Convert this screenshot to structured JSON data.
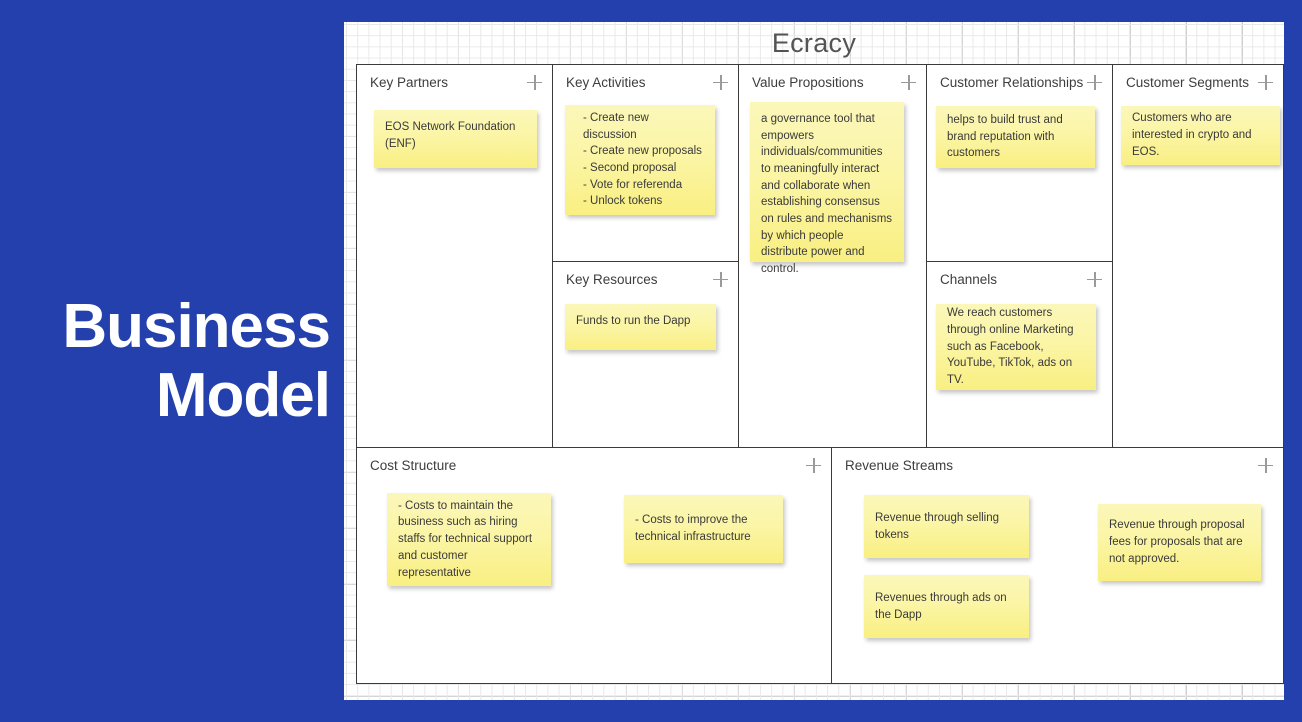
{
  "slide": {
    "background_color": "#2440ac",
    "title_lines": [
      "Business",
      "Model"
    ]
  },
  "board": {
    "title": "Ecracy",
    "background_color": "#ffffff",
    "note_color": "#fbf5a6"
  },
  "canvas": {
    "sections": [
      {
        "key": "key-partners",
        "title": "Key Partners",
        "add_icon": "plus-icon",
        "notes": [
          {
            "text": "EOS Network Foundation (ENF)"
          }
        ]
      },
      {
        "key": "key-activities",
        "title": "Key Activities",
        "add_icon": "plus-icon",
        "notes": [
          {
            "text": "- Create new discussion\n- Create new proposals\n- Second proposal\n- Vote for referenda\n- Unlock tokens"
          }
        ]
      },
      {
        "key": "key-resources",
        "title": "Key Resources",
        "add_icon": "plus-icon",
        "notes": [
          {
            "text": "Funds to run the Dapp"
          }
        ]
      },
      {
        "key": "value-propositions",
        "title": "Value Propositions",
        "add_icon": "plus-icon",
        "notes": [
          {
            "text": "a governance tool that empowers individuals/communities to meaningfully interact and collaborate when establishing consensus on rules and mechanisms by which people distribute power and control."
          }
        ]
      },
      {
        "key": "customer-relationships",
        "title": "Customer Relationships",
        "add_icon": "plus-icon",
        "notes": [
          {
            "text": "helps to build trust and brand reputation with customers"
          }
        ]
      },
      {
        "key": "channels",
        "title": "Channels",
        "add_icon": "plus-icon",
        "notes": [
          {
            "text": "We reach customers through online Marketing such as Facebook, YouTube, TikTok, ads on TV."
          }
        ]
      },
      {
        "key": "customer-segments",
        "title": "Customer Segments",
        "add_icon": "plus-icon",
        "notes": [
          {
            "text": "Customers who are interested in crypto and EOS."
          }
        ]
      },
      {
        "key": "cost-structure",
        "title": "Cost Structure",
        "add_icon": "plus-icon",
        "notes": [
          {
            "text": "- Costs to maintain the business such as hiring staffs for  technical support and customer representative"
          },
          {
            "text": "- Costs to improve the technical infrastructure"
          }
        ]
      },
      {
        "key": "revenue-streams",
        "title": "Revenue Streams",
        "add_icon": "plus-icon",
        "notes": [
          {
            "text": "Revenue through selling tokens"
          },
          {
            "text": "Revenues through ads on the Dapp"
          },
          {
            "text": "Revenue through proposal fees for proposals that are not approved."
          }
        ]
      }
    ]
  }
}
